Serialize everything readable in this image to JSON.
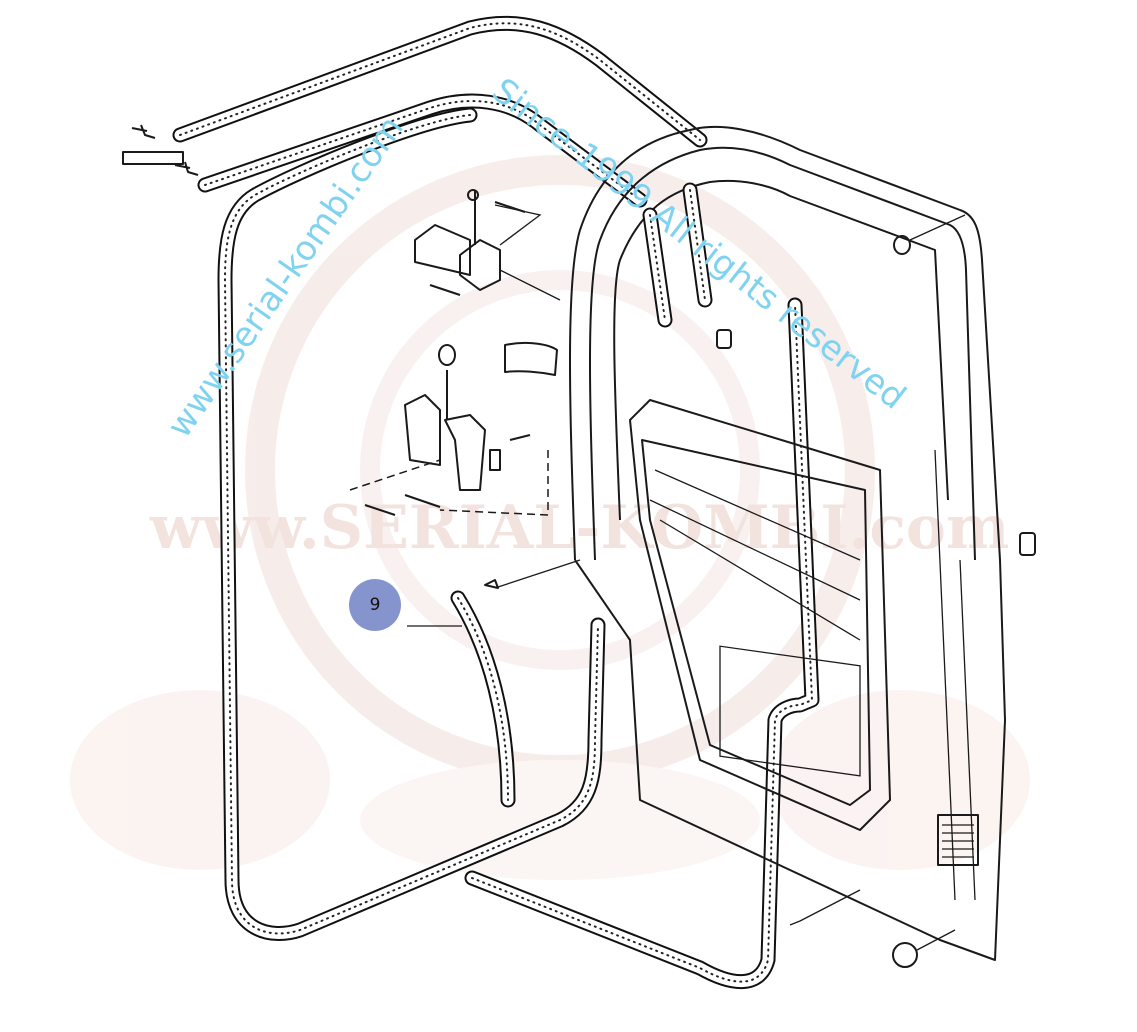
{
  "diagram": {
    "title": "Door seal and hinge exploded parts diagram",
    "callouts": [
      {
        "label": "9"
      }
    ]
  },
  "watermark": {
    "line1": "www.serial-kombi.com",
    "line2": "Since-1999 All rights reserved",
    "line3": "www.SERIAL-KOMBI.com"
  },
  "colors": {
    "callout": "#8594cc",
    "watermark": "#7fd3f0",
    "logo": "#f3e3de"
  }
}
